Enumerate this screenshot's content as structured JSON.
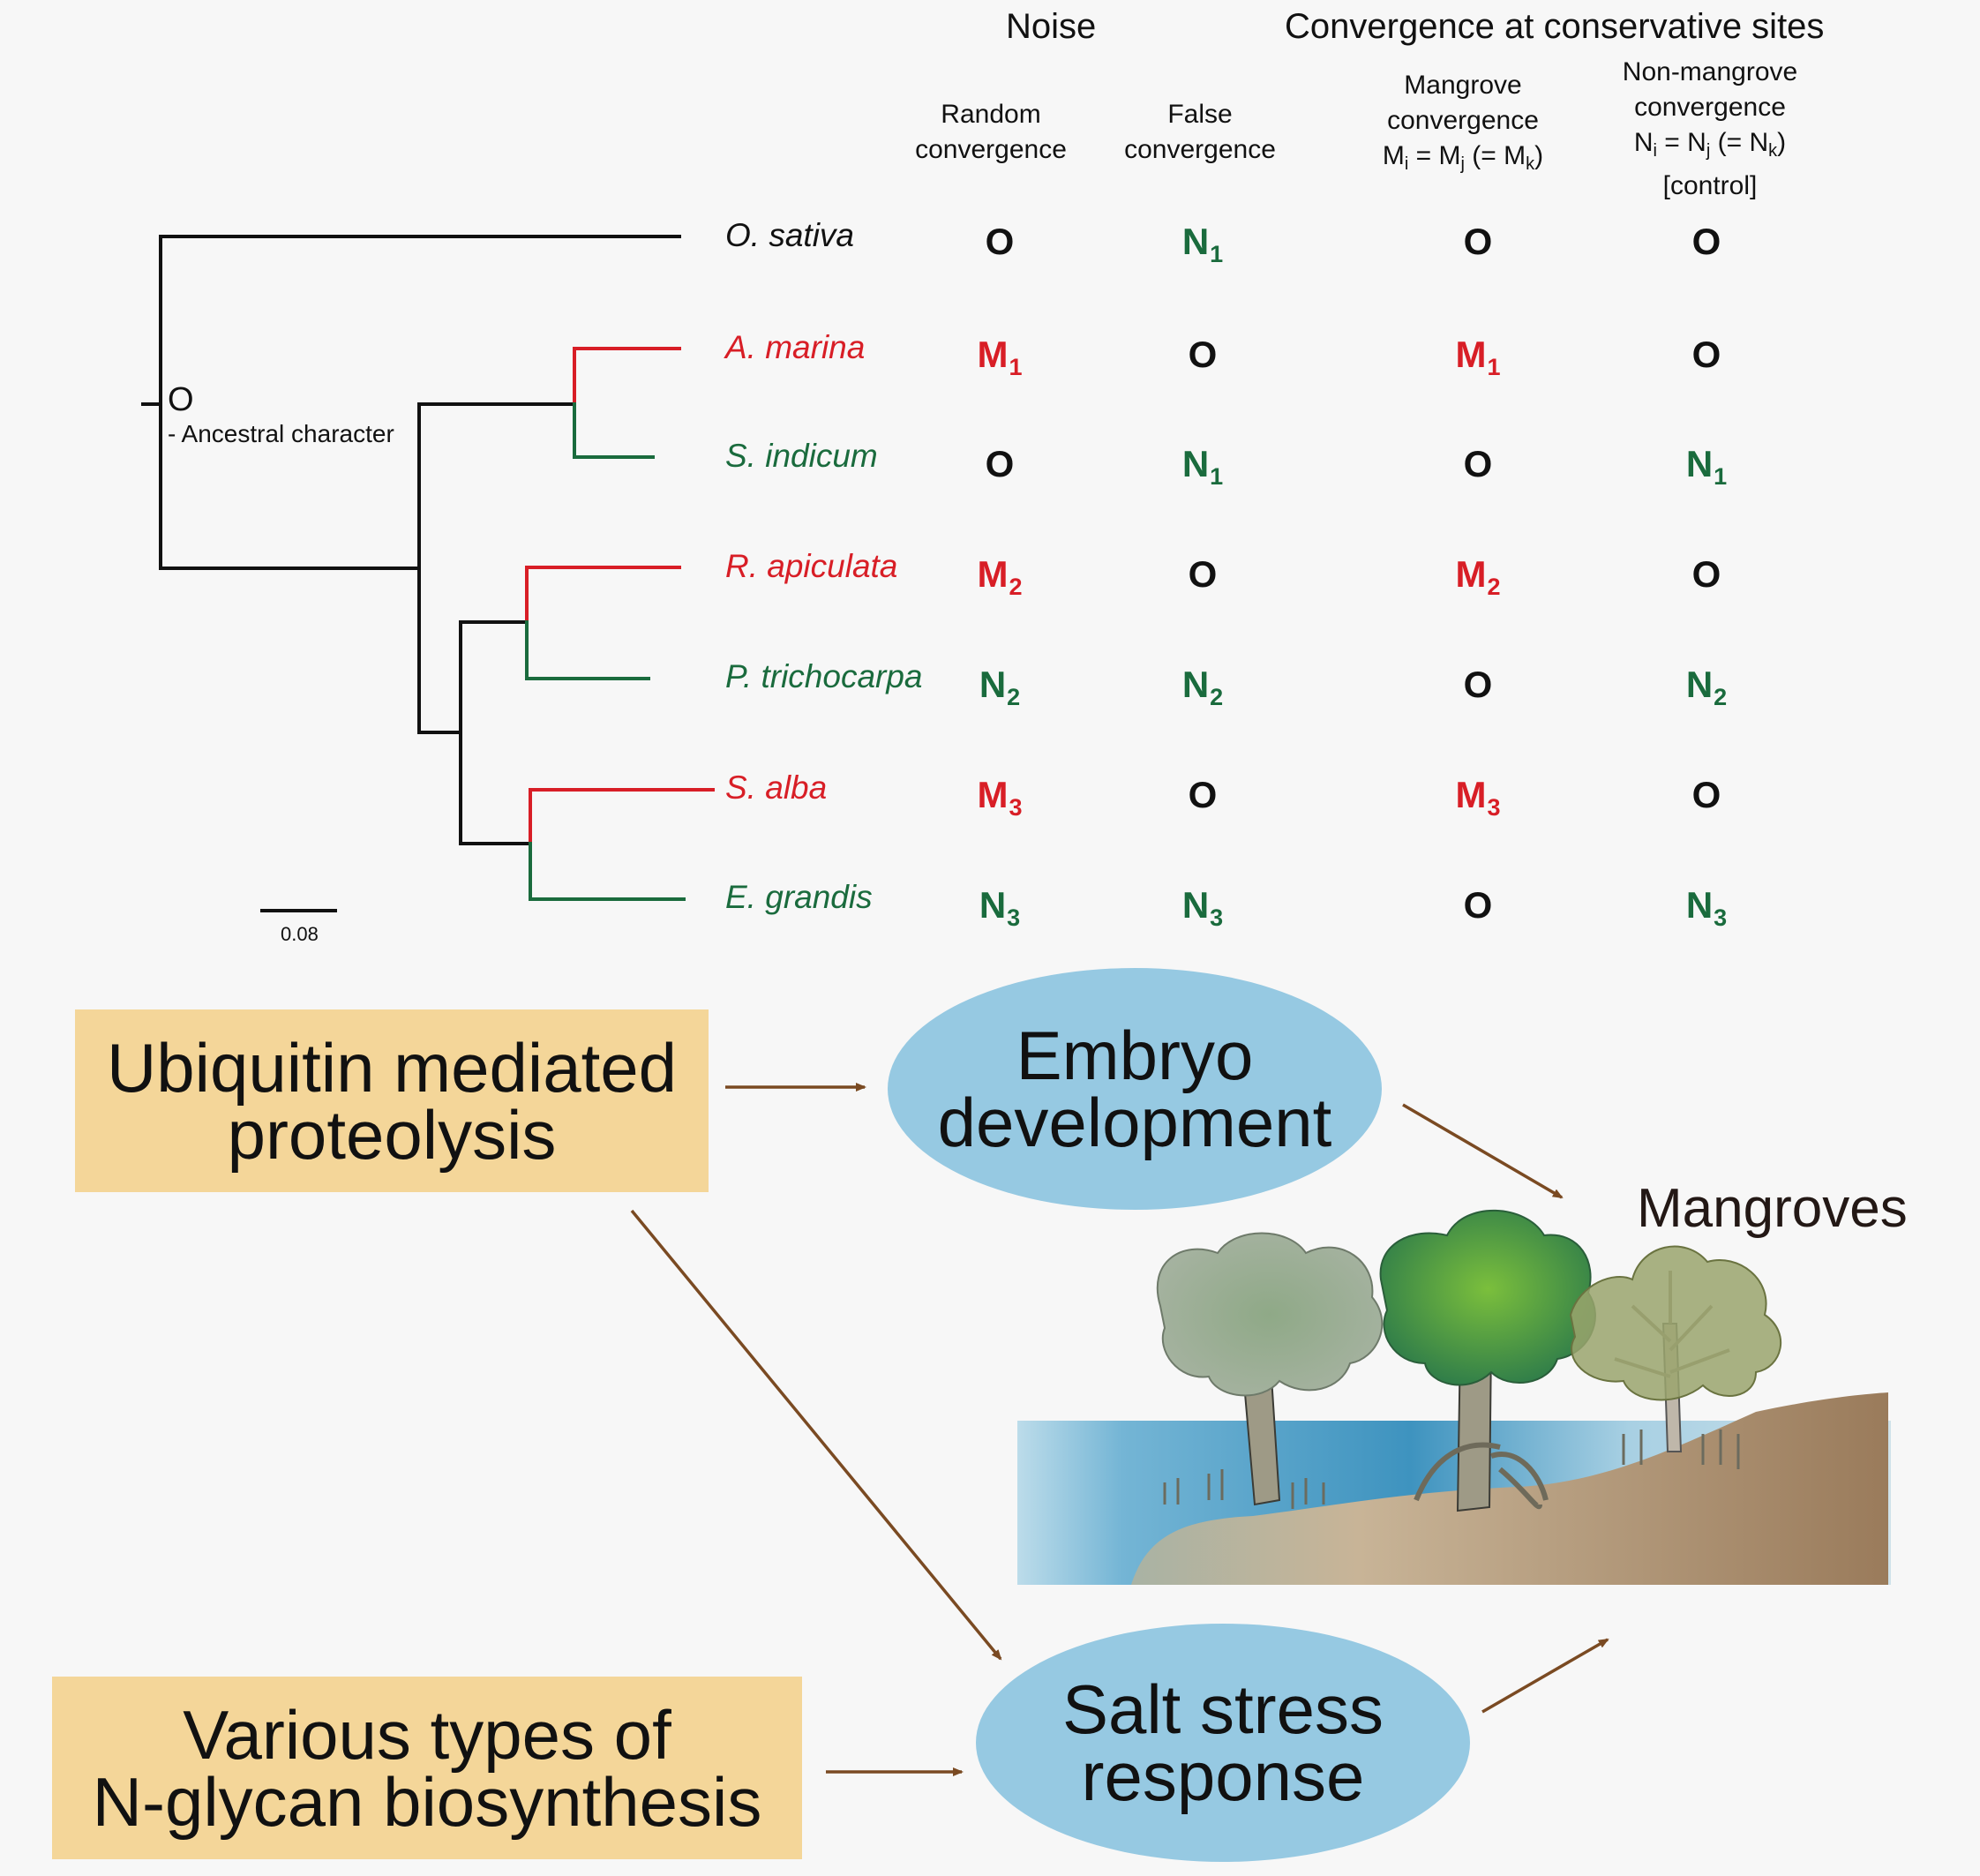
{
  "headers": {
    "noise": "Noise",
    "convergence": "Convergence at conservative sites",
    "random": [
      "Random",
      "convergence"
    ],
    "false": [
      "False",
      "convergence"
    ],
    "mangrove": [
      "Mangrove",
      "convergence"
    ],
    "mangrove_eq": {
      "a": "M",
      "ai": "i",
      "b": "M",
      "bj": "j",
      "c": "M",
      "ck": "k"
    },
    "nonmangrove": [
      "Non-mangrove",
      "convergence"
    ],
    "nonmangrove_eq": {
      "a": "N",
      "ai": "i",
      "b": "N",
      "bj": "j",
      "c": "N",
      "ck": "k"
    },
    "control": "[control]"
  },
  "tree": {
    "root_state": "O",
    "ancestral_label": "- Ancestral character",
    "scale_label": "0.08"
  },
  "species": [
    {
      "name": "O. sativa",
      "color": "#111111"
    },
    {
      "name": "A. marina",
      "color": "#d81e26"
    },
    {
      "name": "S. indicum",
      "color": "#1a6b3d"
    },
    {
      "name": "R. apiculata",
      "color": "#d81e26"
    },
    {
      "name": "P. trichocarpa",
      "color": "#1a6b3d"
    },
    {
      "name": "S. alba",
      "color": "#d81e26"
    },
    {
      "name": "E. grandis",
      "color": "#1a6b3d"
    }
  ],
  "table": {
    "random": [
      {
        "c": "O",
        "s": ""
      },
      {
        "c": "M",
        "s": "1"
      },
      {
        "c": "O",
        "s": ""
      },
      {
        "c": "M",
        "s": "2"
      },
      {
        "c": "N",
        "s": "2"
      },
      {
        "c": "M",
        "s": "3"
      },
      {
        "c": "N",
        "s": "3"
      }
    ],
    "false": [
      {
        "c": "N",
        "s": "1"
      },
      {
        "c": "O",
        "s": ""
      },
      {
        "c": "N",
        "s": "1"
      },
      {
        "c": "O",
        "s": ""
      },
      {
        "c": "N",
        "s": "2"
      },
      {
        "c": "O",
        "s": ""
      },
      {
        "c": "N",
        "s": "3"
      }
    ],
    "mangrove": [
      {
        "c": "O",
        "s": ""
      },
      {
        "c": "M",
        "s": "1"
      },
      {
        "c": "O",
        "s": ""
      },
      {
        "c": "M",
        "s": "2"
      },
      {
        "c": "O",
        "s": ""
      },
      {
        "c": "M",
        "s": "3"
      },
      {
        "c": "O",
        "s": ""
      }
    ],
    "nonmangrove": [
      {
        "c": "O",
        "s": ""
      },
      {
        "c": "O",
        "s": ""
      },
      {
        "c": "N",
        "s": "1"
      },
      {
        "c": "O",
        "s": ""
      },
      {
        "c": "N",
        "s": "2"
      },
      {
        "c": "O",
        "s": ""
      },
      {
        "c": "N",
        "s": "3"
      }
    ]
  },
  "colors": {
    "M": "#d81e26",
    "N": "#1a6b3d",
    "O": "#111111",
    "arrow": "#7a4a22",
    "box": "#f4d699",
    "oval": "#96c9e2"
  },
  "flow": {
    "box1": [
      "Ubiquitin mediated",
      "proteolysis"
    ],
    "box2": [
      "Various types of",
      "N-glycan biosynthesis"
    ],
    "oval1": [
      "Embryo",
      "development"
    ],
    "oval2": [
      "Salt stress",
      "response"
    ],
    "mangroves_label": "Mangroves"
  }
}
